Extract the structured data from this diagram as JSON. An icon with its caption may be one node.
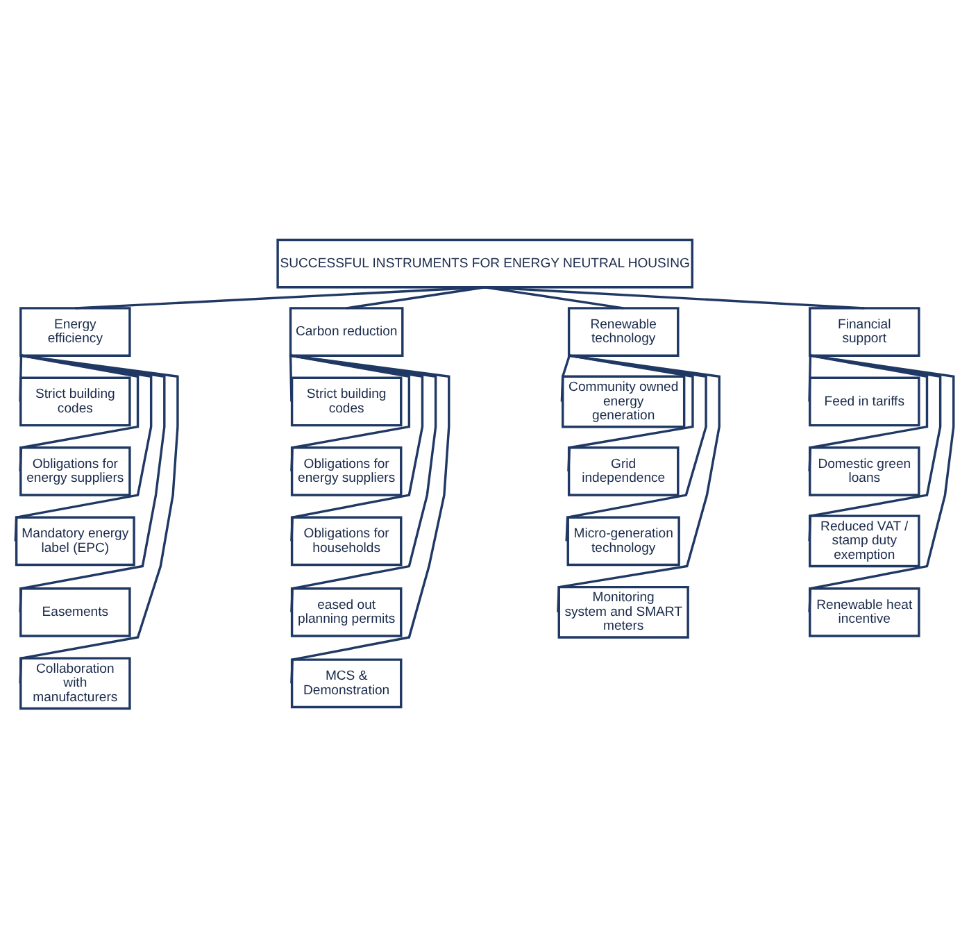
{
  "diagram": {
    "nodes": [
      {
        "text": [
          "SUCCESSFUL INSTRUMENTS FOR ENERGY NEUTRAL HOUSING"
        ]
      },
      {
        "text": [
          "Energy efficiency"
        ]
      },
      {
        "text": [
          "Strict building codes"
        ]
      },
      {
        "text": [
          "Obligations for energy suppliers"
        ]
      },
      {
        "text": [
          "Mandatory energy label (EPC)"
        ]
      },
      {
        "text": [
          "Easements"
        ]
      },
      {
        "text": [
          "Collaboration with manufacturers"
        ]
      },
      {
        "text": [
          "Carbon reduction"
        ]
      },
      {
        "text": [
          "Strict building codes"
        ]
      },
      {
        "text": [
          "Obligations for energy suppliers"
        ]
      },
      {
        "text": [
          "Obligations for households"
        ]
      },
      {
        "text": [
          "eased out planning permits"
        ]
      },
      {
        "text": [
          "MCS & Demonstration"
        ]
      },
      {
        "text": [
          "Renewable technology"
        ]
      },
      {
        "text": [
          "Community owned energy generation"
        ]
      },
      {
        "text": [
          "Grid independence"
        ]
      },
      {
        "text": [
          "Micro-generation technology"
        ]
      },
      {
        "text": [
          "Monitoring system and SMART meters"
        ]
      },
      {
        "text": [
          "Financial support"
        ]
      },
      {
        "text": [
          "Feed in tariffs"
        ]
      },
      {
        "text": [
          "Domestic green loans"
        ]
      },
      {
        "text": [
          "Reduced VAT / stamp duty exemption"
        ]
      },
      {
        "text": [
          "Renewable heat incentive"
        ]
      }
    ],
    "edges": [
      {
        "from": 0,
        "to": 1,
        "arrow": "none"
      },
      {
        "from": 0,
        "to": 7,
        "arrow": "none"
      },
      {
        "from": 0,
        "to": 13,
        "arrow": "none"
      },
      {
        "from": 0,
        "to": 18,
        "arrow": "none"
      },
      {
        "from": 1,
        "to": 2,
        "arrow": "none"
      },
      {
        "from": 1,
        "to": 3,
        "arrow": "none"
      },
      {
        "from": 1,
        "to": 4,
        "arrow": "none"
      },
      {
        "from": 1,
        "to": 5,
        "arrow": "none"
      },
      {
        "from": 1,
        "to": 6,
        "arrow": "none"
      },
      {
        "from": 7,
        "to": 8,
        "arrow": "none"
      },
      {
        "from": 7,
        "to": 9,
        "arrow": "none"
      },
      {
        "from": 7,
        "to": 10,
        "arrow": "none"
      },
      {
        "from": 7,
        "to": 11,
        "arrow": "none"
      },
      {
        "from": 7,
        "to": 12,
        "arrow": "none"
      },
      {
        "from": 13,
        "to": 14,
        "arrow": "none"
      },
      {
        "from": 13,
        "to": 15,
        "arrow": "none"
      },
      {
        "from": 13,
        "to": 16,
        "arrow": "none"
      },
      {
        "from": 13,
        "to": 17,
        "arrow": "none"
      },
      {
        "from": 18,
        "to": 19,
        "arrow": "none"
      },
      {
        "from": 18,
        "to": 20,
        "arrow": "none"
      },
      {
        "from": 18,
        "to": 21,
        "arrow": "none"
      },
      {
        "from": 18,
        "to": 22,
        "arrow": "none"
      }
    ]
  }
}
